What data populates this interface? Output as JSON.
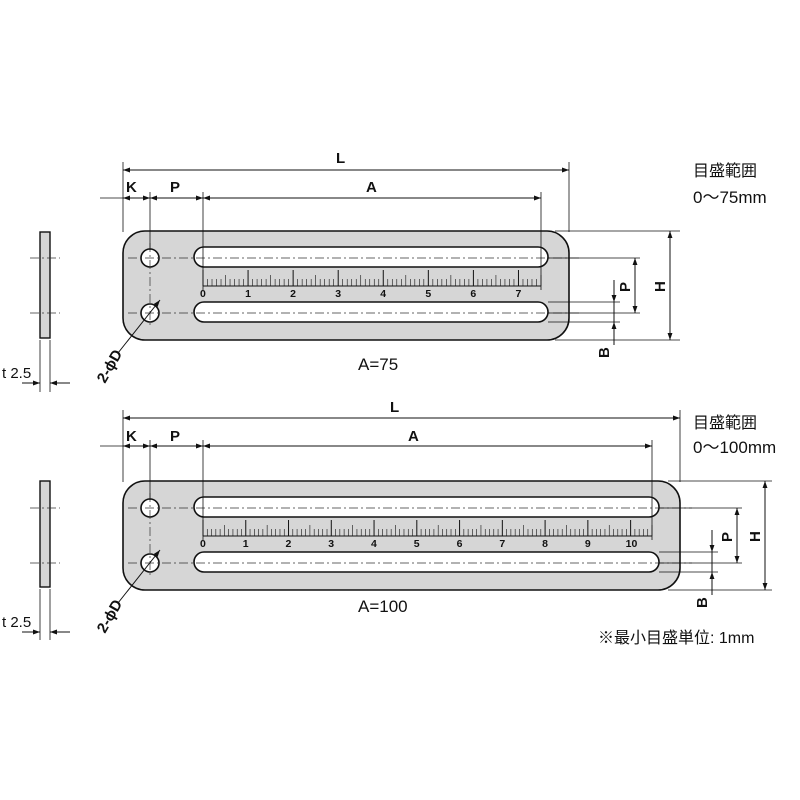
{
  "drawings": [
    {
      "id": "a75",
      "caption": "A=75",
      "range_title": "目盛範囲",
      "range_value": "0〜75mm",
      "scale_max": 7,
      "scale_labels": [
        "0",
        "1",
        "2",
        "3",
        "4",
        "5",
        "6",
        "7"
      ],
      "labels": {
        "L": "L",
        "K": "K",
        "P_top": "P",
        "A": "A",
        "P_side": "P",
        "H": "H",
        "B": "B",
        "hole": "2-ϕD",
        "thickness": "t 2.5"
      }
    },
    {
      "id": "a100",
      "caption": "A=100",
      "range_title": "目盛範囲",
      "range_value": "0〜100mm",
      "scale_max": 10,
      "scale_labels": [
        "0",
        "1",
        "2",
        "3",
        "4",
        "5",
        "6",
        "7",
        "8",
        "9",
        "10"
      ],
      "labels": {
        "L": "L",
        "K": "K",
        "P_top": "P",
        "A": "A",
        "P_side": "P",
        "H": "H",
        "B": "B",
        "hole": "2-ϕD",
        "thickness": "t 2.5"
      }
    }
  ],
  "footnote": "※最小目盛単位: 1mm"
}
